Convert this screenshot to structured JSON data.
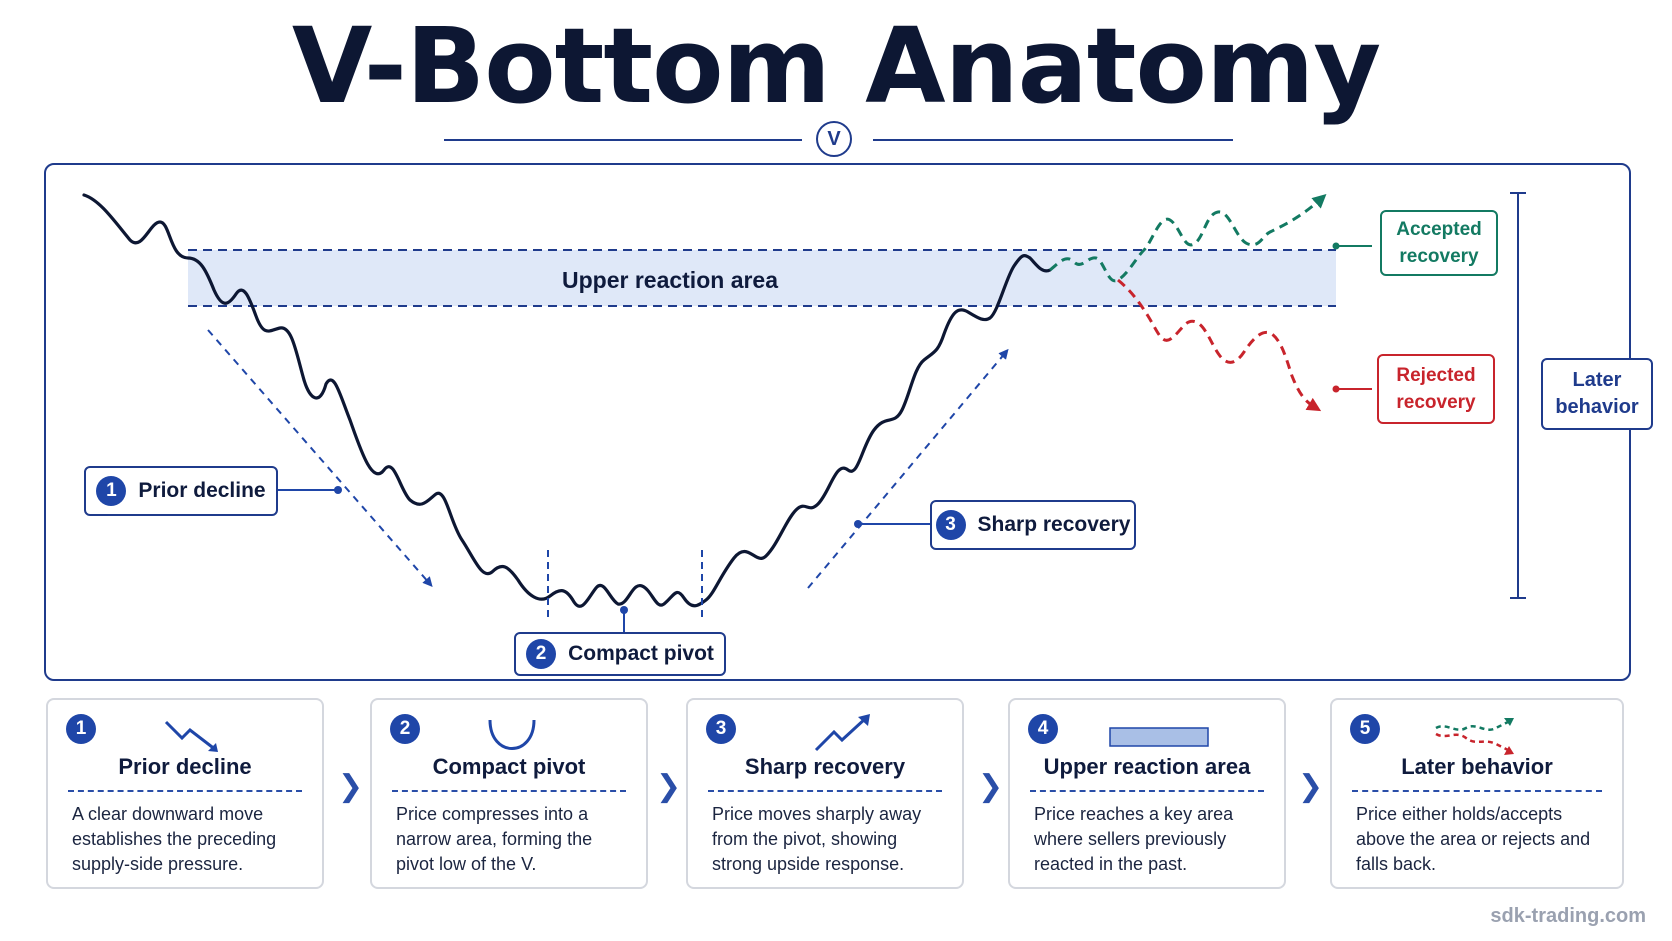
{
  "title": "V-Bottom Anatomy",
  "title_badge": "V",
  "chart": {
    "reaction_area_label": "Upper reaction area",
    "callouts": {
      "prior_decline": {
        "num": "1",
        "label": "Prior decline"
      },
      "compact_pivot": {
        "num": "2",
        "label": "Compact pivot"
      },
      "sharp_recovery": {
        "num": "3",
        "label": "Sharp recovery"
      }
    },
    "accepted_label": "Accepted recovery",
    "rejected_label": "Rejected recovery",
    "later_label": "Later behavior",
    "colors": {
      "navy": "#0f1b3d",
      "blue": "#1f46a8",
      "zone": "#dfe8f8",
      "green": "#137a62",
      "red": "#c8242c"
    }
  },
  "steps": [
    {
      "num": "1",
      "icon": "down-trend-arrow-icon",
      "title": "Prior decline",
      "text": "A clear downward move establishes the preceding supply-side pressure."
    },
    {
      "num": "2",
      "icon": "u-curve-icon",
      "title": "Compact pivot",
      "text": "Price compresses into a narrow area, forming the pivot low of the V."
    },
    {
      "num": "3",
      "icon": "up-trend-arrow-icon",
      "title": "Sharp recovery",
      "text": "Price moves sharply away from the pivot, showing strong upside response."
    },
    {
      "num": "4",
      "icon": "zone-bar-icon",
      "title": "Upper reaction area",
      "text": "Price reaches a key area where sellers previously reacted in the past."
    },
    {
      "num": "5",
      "icon": "split-path-icon",
      "title": "Later behavior",
      "text": "Price either holds/accepts above the area or rejects and falls back."
    }
  ],
  "watermark": "sdk-trading.com"
}
